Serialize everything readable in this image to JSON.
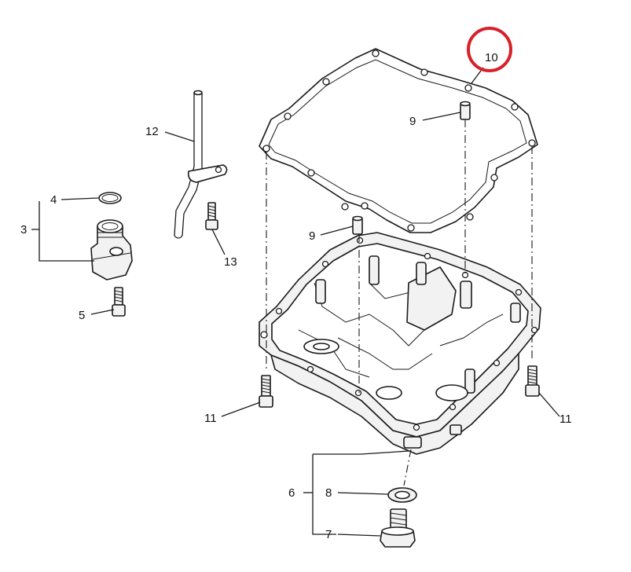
{
  "diagram": {
    "highlight_color": "#d9202a",
    "highlighted_callout": "10",
    "callouts": [
      {
        "id": "c10",
        "text": "10"
      },
      {
        "id": "c9a",
        "text": "9"
      },
      {
        "id": "c9b",
        "text": "9"
      },
      {
        "id": "c12",
        "text": "12"
      },
      {
        "id": "c13",
        "text": "13"
      },
      {
        "id": "c4",
        "text": "4"
      },
      {
        "id": "c3",
        "text": "3"
      },
      {
        "id": "c5",
        "text": "5"
      },
      {
        "id": "c11a",
        "text": "11"
      },
      {
        "id": "c11b",
        "text": "11"
      },
      {
        "id": "c6",
        "text": "6"
      },
      {
        "id": "c8",
        "text": "8"
      },
      {
        "id": "c7",
        "text": "7"
      }
    ]
  }
}
